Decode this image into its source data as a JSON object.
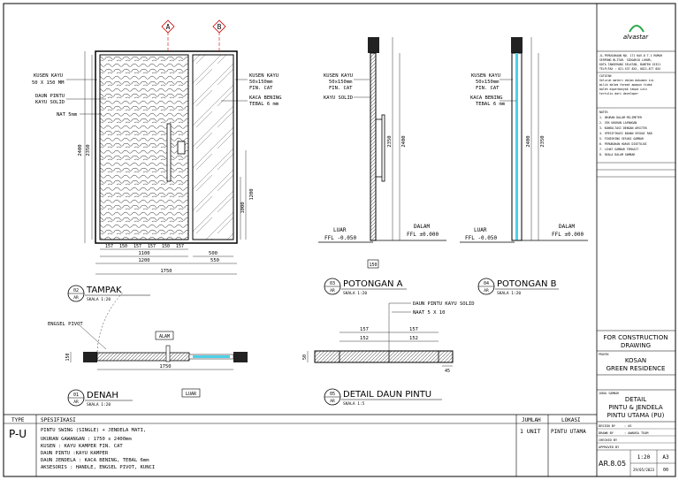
{
  "drawing_title": {
    "line1": "DETAIL",
    "line2": "PINTU & JENDELA",
    "line3": "PINTU UTAMA (PU)"
  },
  "status": {
    "line1": "FOR CONSTRUCTION",
    "line2": "DRAWING"
  },
  "project": {
    "line1": "KOSAN",
    "line2": "GREEN RESIDENCE"
  },
  "logo_text": "alvastar",
  "sheet_number": "AR.8.05",
  "scale": "1:20",
  "paper": "A3",
  "date": "29/05/2023",
  "revision": "00",
  "markers": {
    "a": "A",
    "b": "B"
  },
  "views": {
    "tampak": {
      "num": "02",
      "sheet": "AR",
      "title": "TAMPAK",
      "scale": "SKALA   1:20"
    },
    "potongan_a": {
      "num": "03",
      "sheet": "AR",
      "title": "POTONGAN A",
      "scale": "SKALA   1:20"
    },
    "potongan_b": {
      "num": "04",
      "sheet": "AR",
      "title": "POTONGAN B",
      "scale": "SKALA   1:20"
    },
    "denah": {
      "num": "01",
      "sheet": "AR",
      "title": "DENAH",
      "scale": "SKALA   1:20"
    },
    "detail": {
      "num": "05",
      "sheet": "AR",
      "title": "DETAIL DAUN PINTU",
      "scale": "SKALA   1:5"
    }
  },
  "labels": {
    "kusen_l1": "KUSEN KAYU",
    "kusen_l2": "50 X 150 MM",
    "daun_l1": "DAUN PINTU",
    "daun_l2": "KAYU SOLID",
    "nat": "NAT 5mm",
    "kusen_r1": "KUSEN KAYU",
    "kusen_r2": "50x150mm",
    "kusen_r3": "FIN. CAT",
    "kaca1": "KACA BENING",
    "kaca2": "TEBAL 6 mm",
    "kayu_solid": "KAYU SOLID",
    "luar": "LUAR",
    "ffl_luar": "FFL -0.050",
    "dalam": "DALAM",
    "ffl_dalam": "FFL ±0.000",
    "engsel": "ENGSEL PIVOT",
    "alam": "ALAM",
    "luar_box": "LUAR",
    "daun_kayu_solid": "DAUN PINTU KAYU SOLID",
    "naat": "NAAT 5 X 10"
  },
  "dims": {
    "d2400": "2400",
    "d2350": "2350",
    "d1000": "1000",
    "d1200": "1200",
    "d1100": "1100",
    "d1200b": "1200",
    "d500": "500",
    "d550": "550",
    "d1750": "1750",
    "d157": "157",
    "d150": "150",
    "d152": "152",
    "d50": "50",
    "d45": "45"
  },
  "schedule": {
    "headers": {
      "type": "TYPE",
      "spec": "SPESIFIKASI",
      "qty": "JUMLAH",
      "loc": "LOKASI"
    },
    "type": "P-U",
    "spec_lines": [
      "PINTU SWING (SINGLE) + JENDELA MATI,",
      "UKURAN GAWANGAN : 1750 x 2400mm",
      "KUSEN         : KAYU KAMPER FIN. CAT",
      "DAUN PINTU    :KAYU KAMPER",
      "DAUN JENDELA   : KACA BENING, TEBAL 6mm",
      "AKSESORIS      : HANDLE, ENGSEL PIVOT, KUNCI"
    ],
    "qty": "1 UNIT",
    "loc": "PINTU UTAMA"
  },
  "titleblock": {
    "address": [
      "JL.PERUSAHAAN NO. 171 KAV.8 T.1 RUMAH",
      "SERPONG BLITAR. SIDOARJO LUHUR,",
      "KOTA TANGERANG SELATAN, BANTEN 15321",
      "TELP/FAX : 021-537 8XX, 0821-877 8XX"
    ],
    "note_title": "CATATAN",
    "notes": [
      "Seluruh materi dalam dokumen ini",
      "milik dalam format apapun tidak",
      "boleh diperbanyak tanpa izin",
      "tertulis dari developer"
    ],
    "notes2_title": "NOTES",
    "notes2": [
      "1. UKURAN DALAM MILIMETER",
      "2. CEK UKURAN LAPANGAN",
      "3. KONSULTASI DENGAN ARSITEK",
      "4. SPESIFIKASI BAHAN SESUAI RAB",
      "5. FINISHING SESUAI GAMBAR",
      "6. PERUBAHAN HARUS DISETUJUI",
      "7. LIHAT GAMBAR TERKAIT",
      "8. SKALA DALAM GAMBAR"
    ],
    "proj_label": "PROYEK",
    "title_label": "JUDUL GAMBAR",
    "design_by": "DESIGN BY",
    "drawn_by": "DRAWN BY",
    "checked_by": "CHECKED BY",
    "approved_by": "APPROVED BY",
    "design_val": ": AS",
    "drawn_val": ": AWANSA TEAM"
  }
}
